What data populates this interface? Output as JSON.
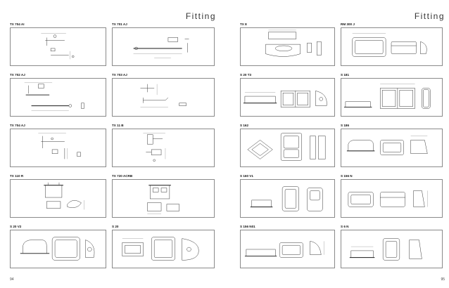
{
  "left_page": {
    "heading": "Fitting",
    "page_number": "94"
  },
  "right_page": {
    "heading": "Fitting",
    "page_number": "95"
  },
  "products_left": [
    {
      "code": "TX 704 AI"
    },
    {
      "code": "TX 701 AJ"
    },
    {
      "code": "TX 702 AJ"
    },
    {
      "code": "TX 703 AJ"
    },
    {
      "code": "TX 704 AJ"
    },
    {
      "code": "TX 11 B"
    },
    {
      "code": "TX 110 R"
    },
    {
      "code": "TX 720 ACRB"
    },
    {
      "code": "S 20 V2"
    },
    {
      "code": "S 20"
    }
  ],
  "products_right": [
    {
      "code": "TX 8"
    },
    {
      "code": "RM 300 J"
    },
    {
      "code": "S 20 T3"
    },
    {
      "code": "S 181"
    },
    {
      "code": "S 162"
    },
    {
      "code": "S 186"
    },
    {
      "code": "S 160 V1"
    },
    {
      "code": "S 156 N"
    },
    {
      "code": "S 156 N01"
    },
    {
      "code": "S 6 N"
    }
  ]
}
